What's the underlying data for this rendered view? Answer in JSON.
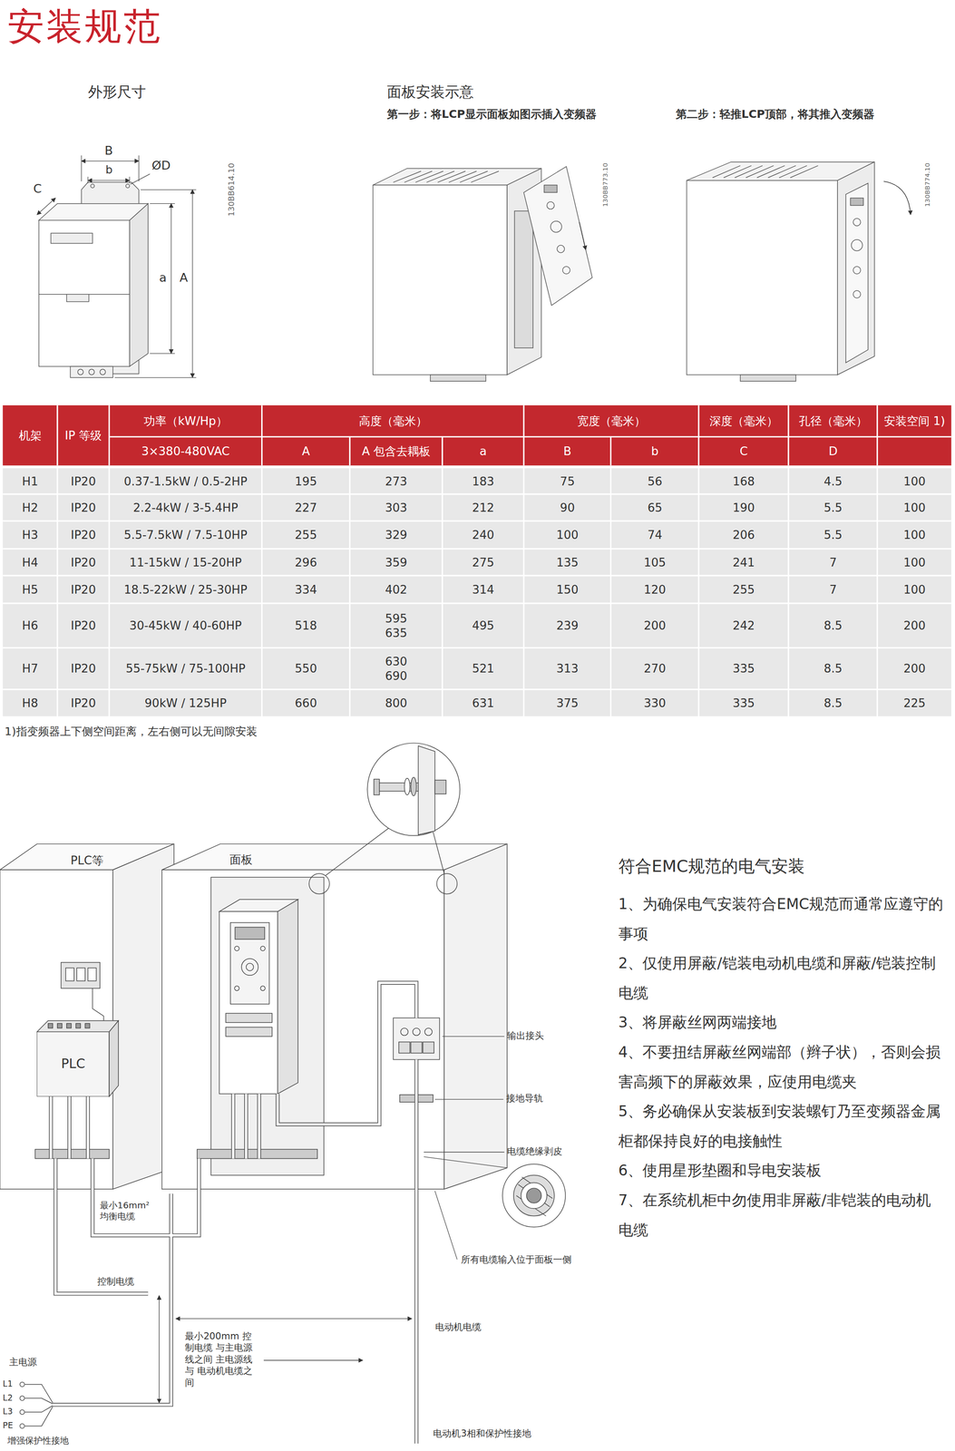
{
  "diagram": {
    "title": "安装规范",
    "nodes": [
      {
        "text": [
          "PLC等"
        ]
      },
      {
        "text": [
          "PLC"
        ],
        "in": 0
      },
      {
        "text": [
          "面板"
        ]
      }
    ],
    "labels": [
      "外形尺寸",
      "B",
      "b",
      "ØD",
      "C",
      "a",
      "A",
      "130BB614.10",
      "面板安装示意",
      "第一步：将LCP显示面板如图示插入变频器",
      "第二步：轻推LCP顶部，将其推入变频器",
      "130BB773.10",
      "130BB774.10",
      "机架",
      "IP 等级",
      "功率（kW/Hp）",
      "高度（毫米）",
      "宽度（毫米）",
      "深度（毫米）",
      "孔径（毫米）",
      "安装空间 1)",
      "3×380-480VAC",
      "A",
      "A 包含去耦板",
      "a",
      "B",
      "b",
      "C",
      "D",
      "H1",
      "IP20",
      "0.37-1.5kW / 0.5-2HP",
      "195",
      "273",
      "183",
      "75",
      "56",
      "168",
      "4.5",
      "100",
      "H2",
      "IP20",
      "2.2-4kW / 3-5.4HP",
      "227",
      "303",
      "212",
      "90",
      "65",
      "190",
      "5.5",
      "100",
      "H3",
      "IP20",
      "5.5-7.5kW / 7.5-10HP",
      "255",
      "329",
      "240",
      "100",
      "74",
      "206",
      "5.5",
      "100",
      "H4",
      "IP20",
      "11-15kW / 15-20HP",
      "296",
      "359",
      "275",
      "135",
      "105",
      "241",
      "7",
      "100",
      "H5",
      "IP20",
      "18.5-22kW / 25-30HP",
      "334",
      "402",
      "314",
      "150",
      "120",
      "255",
      "7",
      "100",
      "H6",
      "IP20",
      "30-45kW / 40-60HP",
      "518",
      "595 635",
      "495",
      "239",
      "200",
      "242",
      "8.5",
      "200",
      "H7",
      "IP20",
      "55-75kW / 75-100HP",
      "550",
      "630 690",
      "521",
      "313",
      "270",
      "335",
      "8.5",
      "200",
      "H8",
      "IP20",
      "90kW / 125HP",
      "660",
      "800",
      "631",
      "375",
      "330",
      "335",
      "8.5",
      "225",
      "1)指变频器上下侧空间距离，左右侧可以无间隙安装",
      "输出接头",
      "接地导轨",
      "电缆绝缘剥皮",
      "所有电缆输入位于面板一侧",
      "最小16mm² 均衡电缆",
      "控制电缆",
      "电动机电缆",
      "最小200mm 控制电缆 与主电源线之间 主电源线与 电动机电缆之间",
      "主电源",
      "L1",
      "L2",
      "L3",
      "PE",
      "增强保护性接地",
      "电动机3相和保护性接地",
      "符合EMC规范的电气安装",
      "1、为确保电气安装符合EMC规范而通常应遵守的事项",
      "2、仅使用屏蔽/铠装电动机电缆和屏蔽/铠装控制电缆",
      "3、将屏蔽丝网两端接地",
      "4、不要扭结屏蔽丝网端部（辫子状），否则会损害高频下的屏蔽效果，应使用电缆夹",
      "5、务必确保从安装板到安装螺钉乃至变频器金属柜都保持良好的电接触性",
      "6、使用星形垫圈和导电安装板",
      "7、在系统机柜中勿使用非屏蔽/非铠装的电动机电缆"
    ]
  }
}
